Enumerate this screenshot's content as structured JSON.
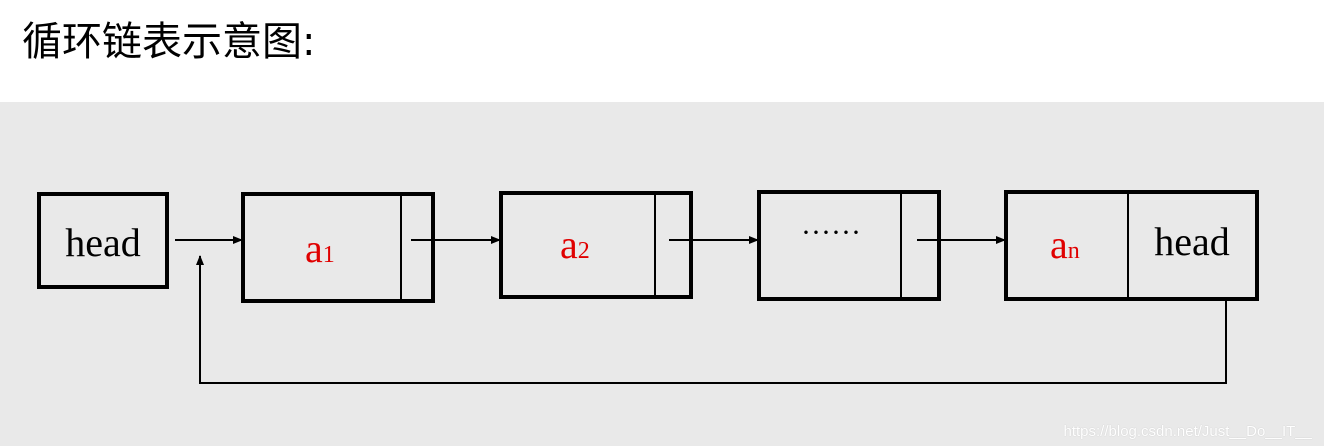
{
  "title": "循环链表示意图:",
  "colors": {
    "accent": "#e00000",
    "line": "#000000",
    "panel": "#e9e9e9"
  },
  "nodes": {
    "head": {
      "label": "head"
    },
    "a1": {
      "letter": "a",
      "sub": "1"
    },
    "a2": {
      "letter": "a",
      "sub": "2"
    },
    "ellipsis": {
      "label": "······"
    },
    "an": {
      "letter": "a",
      "sub": "n",
      "pointer": "head"
    }
  },
  "watermark": "https://blog.csdn.net/Just__Do__IT__"
}
